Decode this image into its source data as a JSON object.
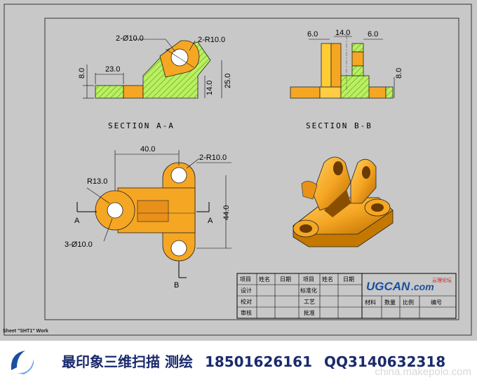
{
  "views": {
    "section_aa": {
      "title": "SECTION A-A",
      "dims": [
        "2-Ø10.0",
        "2-R10.0",
        "23.0",
        "8.0",
        "14.0",
        "25.0"
      ]
    },
    "section_bb": {
      "title": "SECTION B-B",
      "dims": [
        "6.0",
        "14.0",
        "6.0",
        "8.0"
      ]
    },
    "top_view": {
      "dims": [
        "40.0",
        "2-R10.0",
        "R13.0",
        "3-Ø10.0",
        "44.0"
      ],
      "cut_labels": [
        "A",
        "A",
        "B"
      ]
    }
  },
  "title_block": {
    "header": [
      "项目",
      "姓名",
      "日期",
      "项目",
      "姓名",
      "日期"
    ],
    "rows": [
      "设计",
      "校对",
      "审核"
    ],
    "mid_rows": [
      "标准化",
      "工艺",
      "批准"
    ],
    "lower": [
      "材料",
      "数量",
      "比例",
      "编号"
    ],
    "logo_main": "UGCAN",
    "logo_suffix": ".com",
    "logo_badge": "云理论坛"
  },
  "sheet_label": "Sheet \"SHT1\" Work",
  "footer": {
    "company": "最印象三维扫描 测绘",
    "phone": "18501626161",
    "qq": "QQ3140632318",
    "watermark": "china.makepolo.com"
  },
  "colors": {
    "part_orange": "#f5a623",
    "hatch_green": "#b8f060",
    "background": "#c8c8c8"
  }
}
